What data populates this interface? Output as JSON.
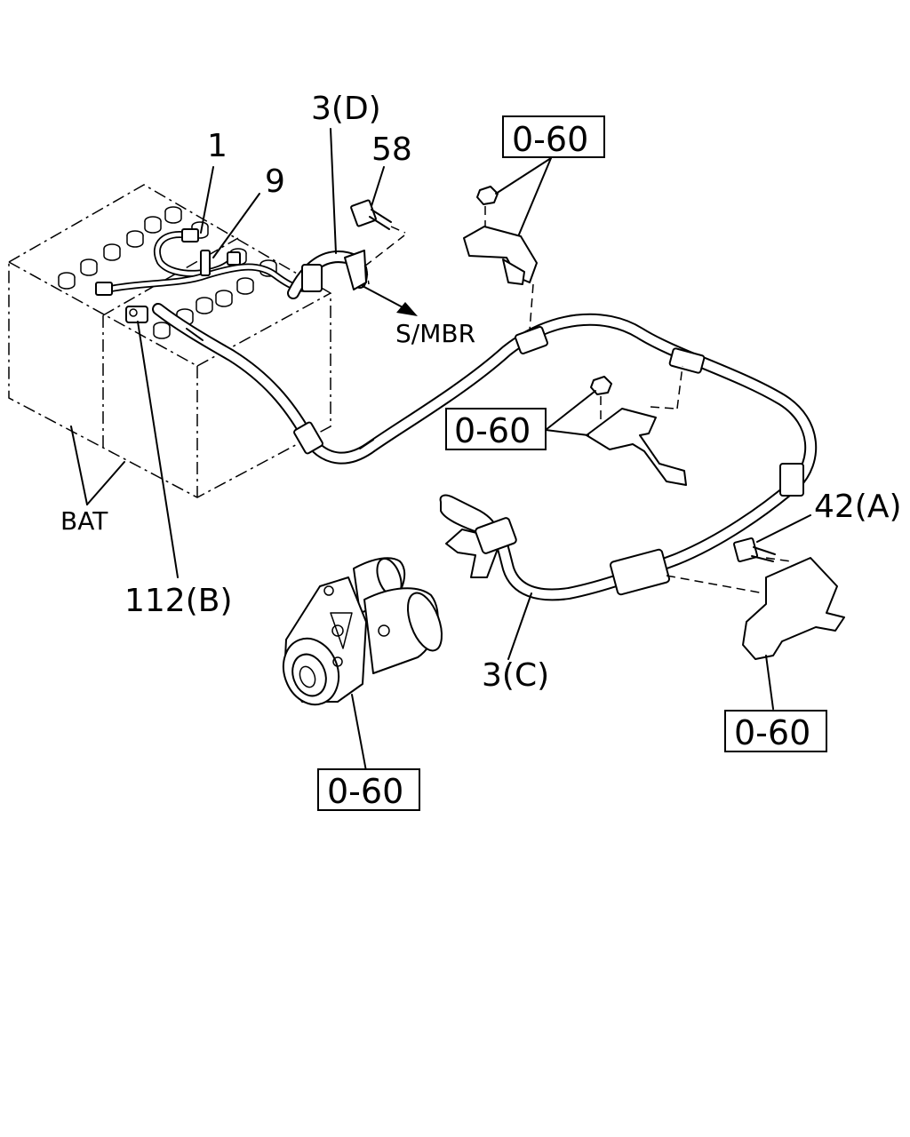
{
  "labels": {
    "part_1": "1",
    "part_9": "9",
    "part_3d": "3(D)",
    "part_58": "58",
    "smbr": "S/MBR",
    "bat": "BAT",
    "part_112b": "112(B)",
    "part_42a": "42(A)",
    "part_3c": "3(C)"
  },
  "ref_boxes": {
    "top_bracket": "0-60",
    "mid_bracket": "0-60",
    "right_bracket": "0-60",
    "starter": "0-60"
  },
  "icons": [
    "battery-icon",
    "starter-motor-icon",
    "bolt-icon",
    "nut-icon",
    "bracket-icon",
    "cable-clamp-icon"
  ]
}
